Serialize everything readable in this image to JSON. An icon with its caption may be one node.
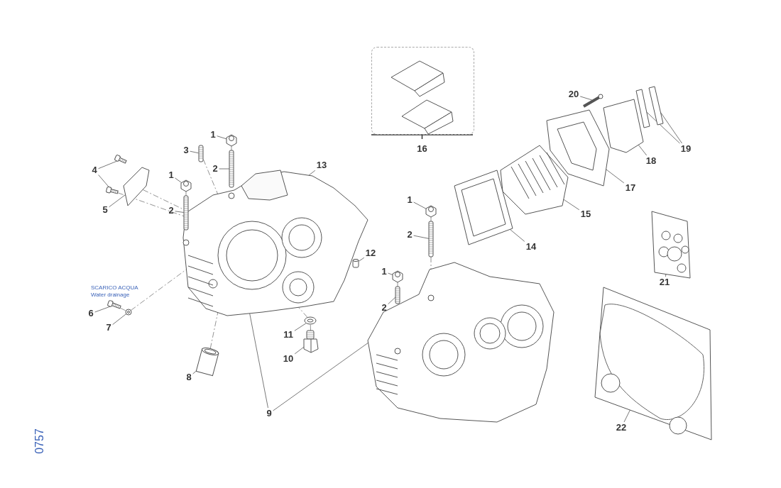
{
  "diagram": {
    "nodes": [
      {
        "text": [],
        "shape": "box",
        "beside": [
          "16"
        ]
      },
      {
        "text": [
          "20"
        ]
      },
      {
        "text": [
          "1"
        ]
      },
      {
        "text": [
          "19"
        ]
      },
      {
        "text": [
          "3"
        ]
      },
      {
        "text": [
          "18"
        ]
      },
      {
        "text": [
          "13"
        ]
      },
      {
        "text": [
          "4"
        ]
      },
      {
        "text": [
          "2"
        ]
      },
      {
        "text": [
          "1"
        ]
      },
      {
        "text": [
          "17"
        ]
      },
      {
        "text": [
          "1"
        ]
      },
      {
        "text": [
          "5"
        ]
      },
      {
        "text": [
          "2"
        ]
      },
      {
        "text": [
          "15"
        ]
      },
      {
        "text": [
          "2"
        ]
      },
      {
        "text": [
          "14"
        ]
      },
      {
        "text": [
          "12"
        ]
      },
      {
        "text": [
          "1"
        ]
      },
      {
        "text": [
          "21"
        ]
      },
      {
        "text": [
          "2"
        ]
      },
      {
        "text": [
          "6"
        ]
      },
      {
        "text": [
          "7"
        ]
      },
      {
        "text": [
          "11"
        ]
      },
      {
        "text": [
          "10"
        ]
      },
      {
        "text": [
          "8"
        ]
      },
      {
        "text": [
          "9"
        ]
      },
      {
        "text": [
          "22"
        ]
      },
      {
        "text": [],
        "shape": "picture"
      },
      {
        "text": [],
        "shape": "picture"
      },
      {
        "text": [],
        "shape": "picture"
      },
      {
        "text": [],
        "shape": "picture"
      },
      {
        "text": [],
        "shape": "picture"
      },
      {
        "text": [],
        "shape": "picture"
      },
      {
        "text": [],
        "shape": "picture"
      },
      {
        "text": [],
        "shape": "picture"
      },
      {
        "text": [],
        "shape": "picture"
      },
      {
        "text": [],
        "shape": "picture"
      },
      {
        "text": [],
        "shape": "picture"
      },
      {
        "text": [],
        "shape": "picture"
      },
      {
        "text": [],
        "shape": "picture"
      },
      {
        "text": [],
        "shape": "picture"
      },
      {
        "text": [],
        "shape": "picture"
      },
      {
        "text": [],
        "shape": "picture"
      },
      {
        "text": [],
        "shape": "picture"
      },
      {
        "text": [],
        "shape": "picture"
      },
      {
        "text": [],
        "shape": "picture"
      },
      {
        "text": [],
        "shape": "picture"
      },
      {
        "text": [],
        "shape": "picture"
      },
      {
        "text": [],
        "shape": "picture"
      },
      {
        "text": [],
        "shape": "picture"
      },
      {
        "text": [],
        "shape": "picture"
      },
      {
        "text": [],
        "shape": "picture"
      },
      {
        "text": [],
        "shape": "picture"
      },
      {
        "text": [],
        "shape": "picture"
      },
      {
        "text": [],
        "shape": "picture"
      },
      {
        "text": [],
        "shape": "picture"
      }
    ],
    "edges": [
      {
        "from": 1,
        "to": 28,
        "arrow": "none"
      },
      {
        "from": 2,
        "to": 29,
        "arrow": "none"
      },
      {
        "from": 3,
        "to": 30,
        "arrow": "none"
      },
      {
        "from": 3,
        "to": 31,
        "arrow": "none"
      },
      {
        "from": 4,
        "to": 32,
        "arrow": "none"
      },
      {
        "from": 5,
        "to": 33,
        "arrow": "none"
      },
      {
        "from": 6,
        "to": 34,
        "arrow": "none"
      },
      {
        "from": 7,
        "to": 35,
        "arrow": "none"
      },
      {
        "from": 7,
        "to": 36,
        "arrow": "none"
      },
      {
        "from": 8,
        "to": 37,
        "arrow": "none"
      },
      {
        "from": 9,
        "to": 38,
        "arrow": "none"
      },
      {
        "from": 10,
        "to": 39,
        "arrow": "none"
      },
      {
        "from": 11,
        "to": 40,
        "arrow": "none"
      },
      {
        "from": 12,
        "to": 41,
        "arrow": "none"
      },
      {
        "from": 13,
        "to": 42,
        "arrow": "none"
      },
      {
        "from": 14,
        "to": 43,
        "arrow": "none"
      },
      {
        "from": 15,
        "to": 44,
        "arrow": "none"
      },
      {
        "from": 16,
        "to": 45,
        "arrow": "none"
      },
      {
        "from": 17,
        "to": 46,
        "arrow": "none"
      },
      {
        "from": 18,
        "to": 47,
        "arrow": "none"
      },
      {
        "from": 19,
        "to": 48,
        "arrow": "none"
      },
      {
        "from": 20,
        "to": 49,
        "arrow": "none"
      },
      {
        "from": 21,
        "to": 50,
        "arrow": "none"
      },
      {
        "from": 22,
        "to": 51,
        "arrow": "none"
      },
      {
        "from": 23,
        "to": 52,
        "arrow": "none"
      },
      {
        "from": 24,
        "to": 53,
        "arrow": "none"
      },
      {
        "from": 25,
        "to": 54,
        "arrow": "none"
      },
      {
        "from": 26,
        "to": 34,
        "arrow": "none"
      },
      {
        "from": 26,
        "to": 55,
        "arrow": "none"
      },
      {
        "from": 27,
        "to": 56,
        "arrow": "none"
      },
      {
        "from": 41,
        "to": 34,
        "arrow": "none",
        "style": "dashed"
      },
      {
        "from": 36,
        "to": 34,
        "arrow": "none",
        "style": "dashed"
      },
      {
        "from": 32,
        "to": 34,
        "arrow": "none",
        "style": "dashed"
      },
      {
        "from": 29,
        "to": 37,
        "arrow": "none",
        "style": "dashed"
      },
      {
        "from": 38,
        "to": 42,
        "arrow": "none",
        "style": "dashed"
      },
      {
        "from": 50,
        "to": 51,
        "arrow": "none",
        "style": "dashed"
      },
      {
        "from": 51,
        "to": 34,
        "arrow": "none",
        "style": "dashed"
      },
      {
        "from": 54,
        "to": 34,
        "arrow": "none",
        "style": "dashed"
      },
      {
        "from": 53,
        "to": 52,
        "arrow": "none",
        "style": "dashed"
      },
      {
        "from": 52,
        "to": 34,
        "arrow": "none",
        "style": "dashed"
      },
      {
        "from": 40,
        "to": 44,
        "arrow": "none",
        "style": "dashed"
      },
      {
        "from": 44,
        "to": 55,
        "arrow": "none",
        "style": "dashed"
      },
      {
        "from": 47,
        "to": 49,
        "arrow": "none",
        "style": "dashed"
      }
    ],
    "labels": [
      "SCARICO ACQUA",
      "Water drainage",
      "0757"
    ]
  }
}
